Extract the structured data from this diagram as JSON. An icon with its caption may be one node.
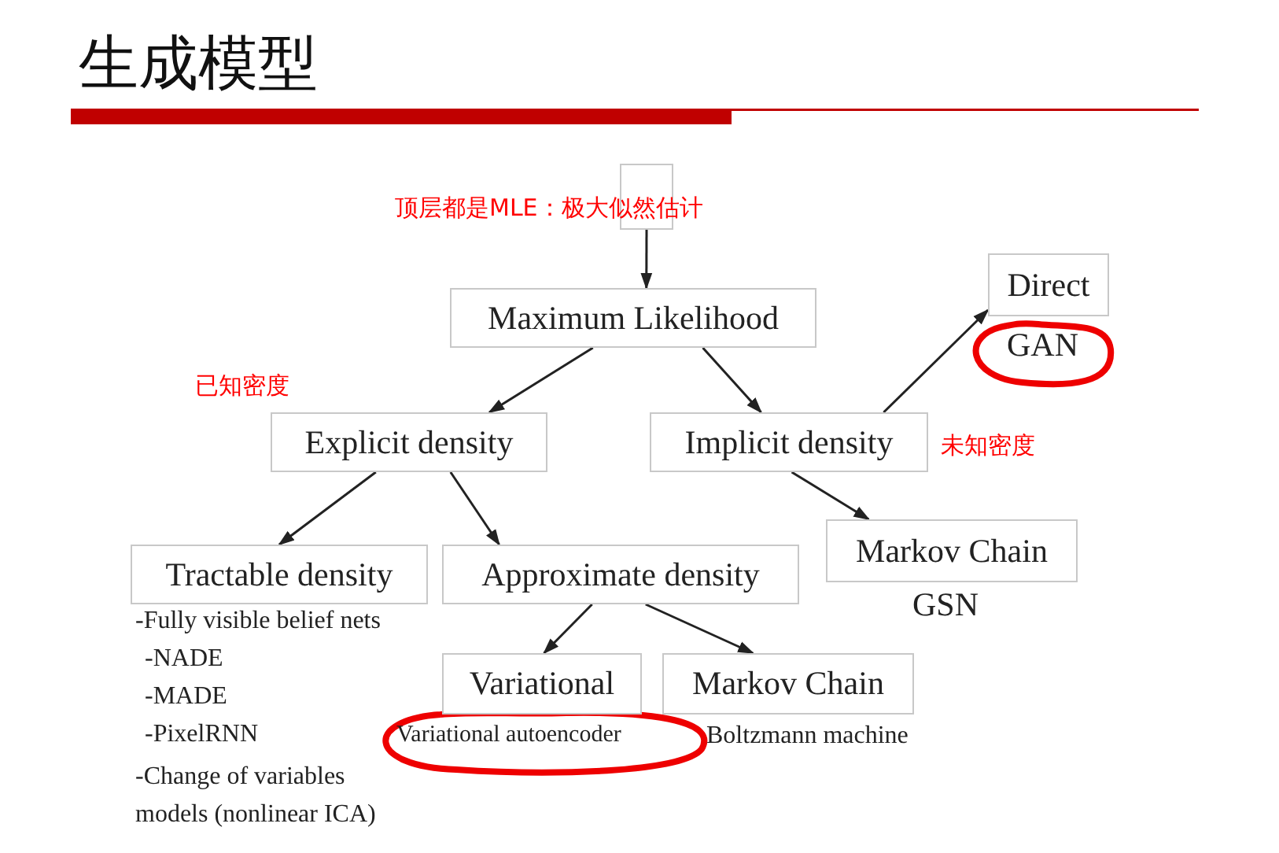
{
  "diagram": {
    "title": "生成模型",
    "nodes": [
      {
        "text": [],
        "shape": "box"
      },
      {
        "text": [
          "Maximum Likelihood"
        ]
      },
      {
        "text": [
          "Explicit density"
        ],
        "beside": [
          "已知密度"
        ]
      },
      {
        "text": [
          "Implicit density"
        ],
        "beside": [
          "未知密度"
        ]
      },
      {
        "text": [
          "Direct"
        ],
        "beside": [
          "GAN"
        ]
      },
      {
        "text": [
          "Tractable density"
        ],
        "beside": [
          "-Fully visible belief nets",
          "-NADE",
          "-MADE",
          "-PixelRNN",
          "-Change of variables models (nonlinear ICA)"
        ]
      },
      {
        "text": [
          "Approximate density"
        ]
      },
      {
        "text": [
          "Markov Chain"
        ],
        "beside": [
          "GSN"
        ]
      },
      {
        "text": [
          "Variational"
        ],
        "beside": [
          "Variational autoencoder"
        ]
      },
      {
        "text": [
          "Markov Chain"
        ],
        "beside": [
          "Boltzmann machine"
        ]
      }
    ],
    "edges": [
      {
        "from": 0,
        "to": 1,
        "arrow": "to"
      },
      {
        "from": 1,
        "to": 2,
        "arrow": "to"
      },
      {
        "from": 1,
        "to": 3,
        "arrow": "to"
      },
      {
        "from": 3,
        "to": 4,
        "arrow": "to"
      },
      {
        "from": 3,
        "to": 7,
        "arrow": "to"
      },
      {
        "from": 2,
        "to": 5,
        "arrow": "to"
      },
      {
        "from": 2,
        "to": 6,
        "arrow": "to"
      },
      {
        "from": 6,
        "to": 8,
        "arrow": "to"
      },
      {
        "from": 6,
        "to": 9,
        "arrow": "to"
      }
    ],
    "labels": [
      "顶层都是MLE：极大似然估计"
    ]
  }
}
